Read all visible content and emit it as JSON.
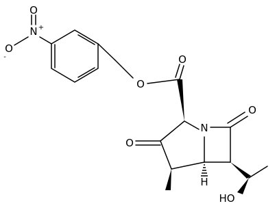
{
  "molecule": {
    "atom_labels": {
      "nitro_n": "N",
      "nitro_n_charge": "+",
      "nitro_o_top": "O",
      "nitro_o_left": "O",
      "nitro_o_left_charge": "-",
      "ester_o": "O",
      "carbonyl_o_ester": "O",
      "ring_n": "N",
      "lactam_o": "O",
      "ketone_o": "O",
      "ring_h": "H",
      "hydroxyl": "HO"
    },
    "colors": {
      "ink": "#000000",
      "background": "#ffffff"
    }
  }
}
